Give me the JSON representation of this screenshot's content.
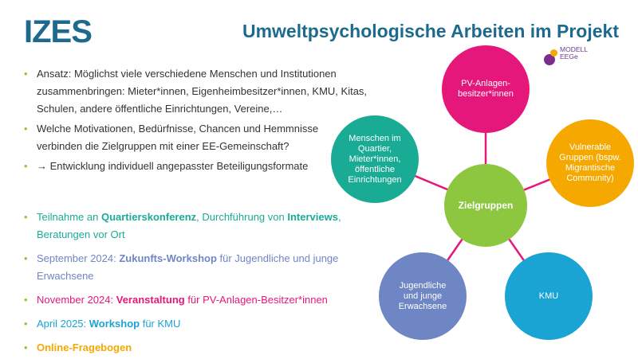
{
  "logo": "IZES",
  "title": "Umweltpsychologische Arbeiten im Projekt",
  "partner_logo": {
    "line1": "MODELL",
    "line2": "EEGe"
  },
  "bullets_top": [
    "Ansatz: Möglichst viele verschiedene Menschen und Institutionen zusammenbringen: Mieter*innen, Eigenheimbesitzer*innen, KMU, Kitas, Schulen, andere öffentliche Einrichtungen, Vereine,…",
    "Welche Motivationen, Bedürfnisse, Chancen und Hemmnisse verbinden die Zielgruppen mit einer EE-Gemeinschaft?",
    "→ Entwicklung individuell angepasster Beteiligungsformate"
  ],
  "bullets_bottom": [
    {
      "a": "Teilnahme an ",
      "b": "Quartierskonferenz",
      "c": ", Durchführung von ",
      "d": "Interviews",
      "e": ", Beratungen vor Ort"
    },
    {
      "a": "September 2024: ",
      "b": "Zukunfts-Workshop",
      "c": " für Jugendliche und junge Erwachsene"
    },
    {
      "a": "November 2024: ",
      "b": "Veranstaltung",
      "c": " für PV-Anlagen-Besitzer*innen"
    },
    {
      "a": "April 2025: ",
      "b": "Workshop",
      "c": " für KMU"
    },
    {
      "b": "Online-Fragebogen"
    }
  ],
  "diagram": {
    "center": "Zielgruppen",
    "nodes": {
      "pv": "PV-Anlagen-besitzer*innen",
      "menschen": "Menschen im Quartier, Mieter*innen, öffentliche Einrichtungen",
      "vulnerable": "Vulnerable Gruppen (bspw. Migrantische Community)",
      "jugend": "Jugendliche und junge Erwachsene",
      "kmu": "KMU"
    }
  },
  "colors": {
    "teal": "#1aab95",
    "pink": "#e6177a",
    "orange": "#f5a800",
    "green": "#8dc63f",
    "purple": "#6f86c4",
    "cyan": "#1aa4d4",
    "title": "#1e6a8f"
  }
}
